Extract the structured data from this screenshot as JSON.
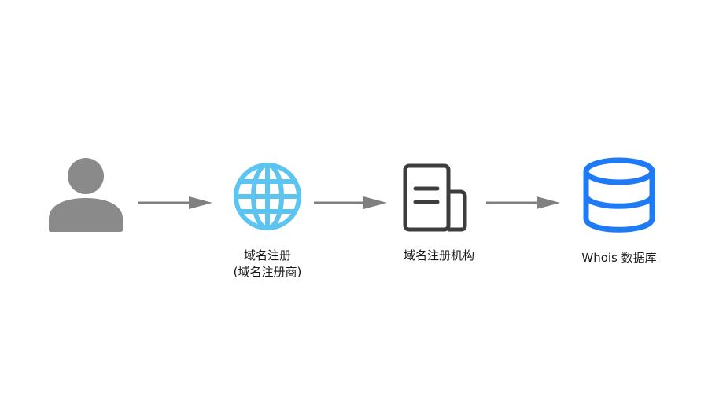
{
  "nodes": [
    {
      "id": "user",
      "icon": "person-icon",
      "color": "#8a8a8a"
    },
    {
      "id": "registrar",
      "icon": "globe-icon",
      "color": "#5bc4f0",
      "label": "域名注册",
      "sublabel": "(域名注册商)"
    },
    {
      "id": "registry",
      "icon": "document-icon",
      "color": "#3d3d3d",
      "label": "域名注册机构"
    },
    {
      "id": "whois",
      "icon": "database-icon",
      "color": "#1f7af5",
      "label": "Whois 数据库"
    }
  ],
  "arrow_color": "#808080"
}
